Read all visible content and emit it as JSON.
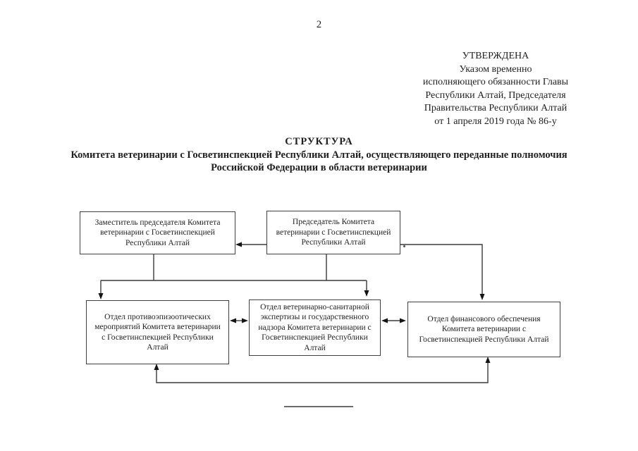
{
  "page_number": "2",
  "approval_block": {
    "lines": [
      "УТВЕРЖДЕНА",
      "Указом временно",
      "исполняющего обязанности Главы",
      "Республики Алтай, Председателя",
      "Правительства Республики Алтай",
      "от 1 апреля 2019 года № 86-у"
    ]
  },
  "title": {
    "heading": "СТРУКТУРА",
    "line2": "Комитета ветеринарии с Госветинспекцией Республики Алтай, осуществляющего переданные полномочия",
    "line3": "Российской Федерации в области ветеринарии"
  },
  "org_chart": {
    "boxes": {
      "deputy": {
        "lines": [
          "Заместитель председателя Комитета",
          "ветеринарии с Госветинспекцией",
          "Республики Алтай"
        ]
      },
      "chairman": {
        "lines": [
          "Председатель Комитета",
          "ветеринарии с Госветинспекцией",
          "Республики Алтай"
        ]
      },
      "antiepizootic": {
        "lines": [
          "Отдел противоэпизоотических",
          "мероприятий Комитета ветеринарии",
          "с Госветинспекцией Республики",
          "Алтай"
        ]
      },
      "vet_sanitary": {
        "lines": [
          "Отдел ветеринарно-санитарной",
          "экспертизы и государственного",
          "надзора Комитета ветеринарии с",
          "Госветинспекцией Республики",
          "Алтай"
        ]
      },
      "finance": {
        "lines": [
          "Отдел финансового обеспечения",
          "Комитета ветеринарии с",
          "Госветинспекцией Республики Алтай"
        ]
      }
    },
    "connections": [
      {
        "from": "chairman",
        "to": "deputy",
        "type": "single-arrow"
      },
      {
        "from": "chairman",
        "to": "finance",
        "type": "single-arrow"
      },
      {
        "from": "deputy",
        "to": "antiepizootic",
        "type": "single-arrow-via-bus"
      },
      {
        "from": "chairman",
        "to": "vet_sanitary",
        "type": "single-arrow-via-bus"
      },
      {
        "from": "antiepizootic",
        "to": "vet_sanitary",
        "type": "double-arrow"
      },
      {
        "from": "vet_sanitary",
        "to": "finance",
        "type": "double-arrow"
      },
      {
        "from": "bottom-bus",
        "to": "antiepizootic",
        "type": "arrow-up"
      },
      {
        "from": "bottom-bus",
        "to": "finance",
        "type": "arrow-up"
      }
    ],
    "accent_colors": {
      "line": "#3a3a3a",
      "arrowhead": "#151515",
      "box_border": "#3f3f3f"
    }
  }
}
